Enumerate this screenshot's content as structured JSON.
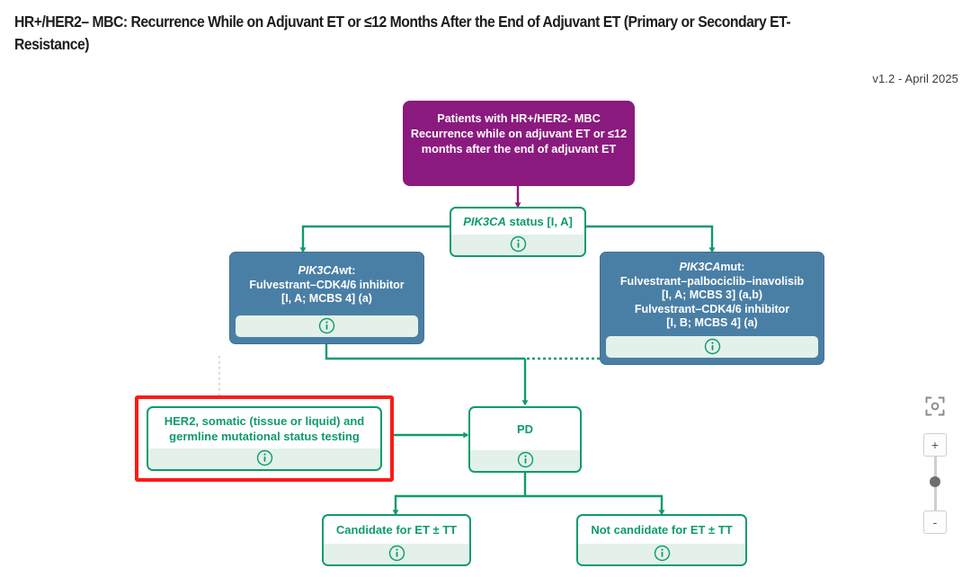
{
  "header": {
    "title": "HR+/HER2– MBC: Recurrence While on Adjuvant ET or ≤12 Months After the End of Adjuvant ET (Primary or Secondary ET-Resistance)",
    "version": "v1.2 - April 2025"
  },
  "palette": {
    "green": "#0e9b6c",
    "green_fill": "#e3f1ea",
    "blue": "#4a7fa5",
    "purple": "#8b1a7e",
    "selection_red": "#fb1b14",
    "white": "#ffffff"
  },
  "nodes": {
    "root": {
      "label": "Patients with HR+/HER2- MBC Recurrence while on adjuvant ET or ≤12 months after the end of adjuvant ET",
      "type": "purple",
      "has_info": false
    },
    "pik3ca_status": {
      "gene": "PIK3CA",
      "rest": " status [I, A]",
      "type": "green",
      "has_info": true
    },
    "pik3ca_wt": {
      "gene": "PIK3CA",
      "gene_suffix": "wt:",
      "lines": [
        "Fulvestrant–CDK4/6 inhibitor",
        "[I, A; MCBS 4] (a)"
      ],
      "type": "blue",
      "has_info": true
    },
    "pik3ca_mut": {
      "gene": "PIK3CA",
      "gene_suffix": "mut:",
      "lines": [
        "Fulvestrant–palbociclib–inavolisib",
        "[I, A; MCBS 3] (a,b)",
        "Fulvestrant–CDK4/6 inhibitor",
        "[I, B; MCBS 4] (a)"
      ],
      "type": "blue",
      "has_info": true
    },
    "her2_testing": {
      "label": "HER2, somatic (tissue or liquid) and germline mutational status testing",
      "type": "green",
      "has_info": true,
      "selected": true
    },
    "pd": {
      "label": "PD",
      "type": "green",
      "has_info": true
    },
    "candidate": {
      "label": "Candidate for ET ± TT",
      "type": "green",
      "has_info": true
    },
    "not_candidate": {
      "label": "Not candidate for ET ± TT",
      "type": "green",
      "has_info": true
    }
  },
  "info_icon": {
    "name": "info-icon",
    "glyph": "i"
  },
  "zoom_controls": {
    "fit_view_label": "fit-view",
    "zoom_in_label": "+",
    "zoom_out_label": "-"
  }
}
